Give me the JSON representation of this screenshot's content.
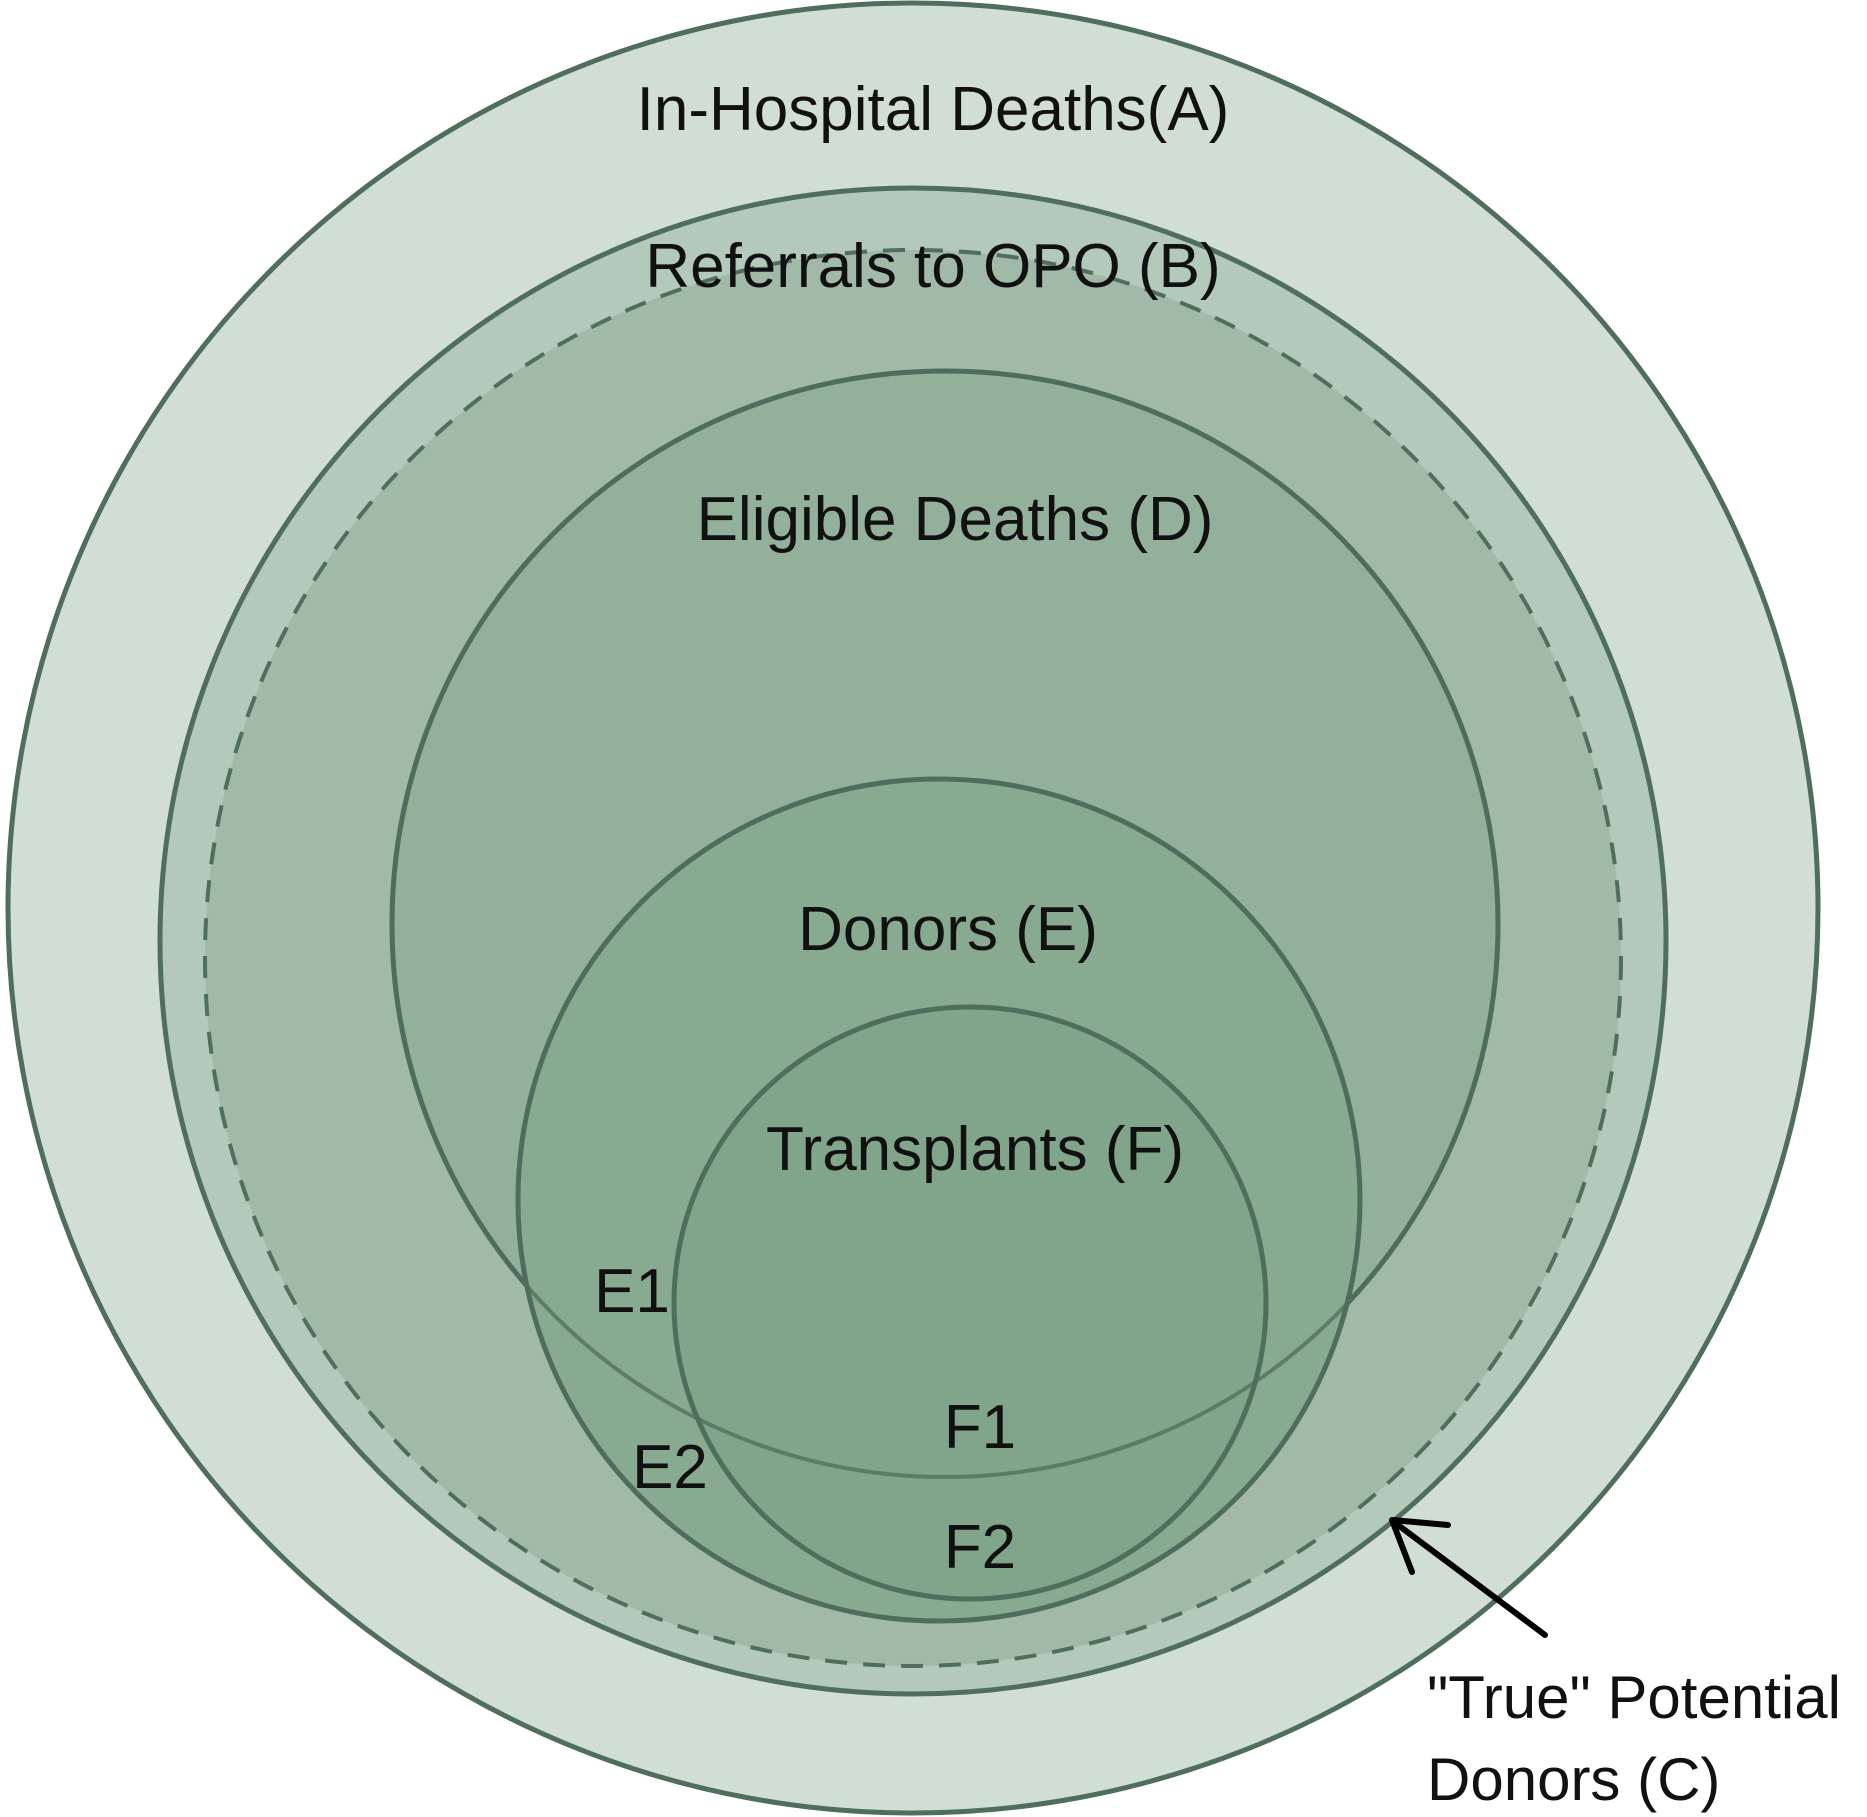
{
  "diagram": {
    "colors": {
      "ring_a": "#d1ded5",
      "ring_b": "#b3c9b9",
      "ring_c": "#a1baa7",
      "ring_d": "#93b19a",
      "ring_e": "#88aa91",
      "ring_f": "#80a58a",
      "stroke": "#4f6e5c",
      "arrow": "#000000"
    },
    "labels": {
      "a": "In-Hospital Deaths(A)",
      "b": "Referrals to OPO (B)",
      "d": "Eligible Deaths (D)",
      "e": "Donors (E)",
      "f": "Transplants (F)",
      "e1": "E1",
      "e2": "E2",
      "f1": "F1",
      "f2": "F2",
      "c_line1": "\"True\" Potential",
      "c_line2": "Donors (C)"
    }
  }
}
